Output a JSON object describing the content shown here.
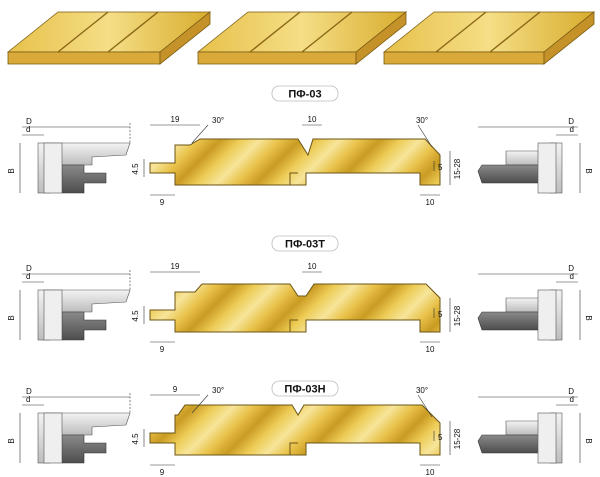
{
  "profiles": [
    {
      "name": "ПФ-03",
      "tool_dims": {
        "outer": "D",
        "inner": "d",
        "height": "B"
      },
      "board_dims": {
        "left_width": "19",
        "angle": "30°",
        "groove": "10",
        "angle_right": "30°",
        "thickness": "4.5",
        "base": "9",
        "tongue": "5",
        "range": "15-28",
        "bottom": "10"
      }
    },
    {
      "name": "ПФ-03Т",
      "tool_dims": {
        "outer": "D",
        "inner": "d",
        "height": "B"
      },
      "board_dims": {
        "left_width": "19",
        "groove": "10",
        "thickness": "4.5",
        "base": "9",
        "tongue": "5",
        "range": "15-28",
        "bottom": "10"
      }
    },
    {
      "name": "ПФ-03Н",
      "tool_dims": {
        "outer": "D",
        "inner": "d",
        "height": "B"
      },
      "board_dims": {
        "left_width": "9",
        "angle": "30°",
        "angle_right": "30°",
        "thickness": "4.5",
        "base": "9",
        "tongue": "5",
        "range": "15-28",
        "bottom": "10"
      }
    }
  ],
  "colors": {
    "wood_light": "#f3dc7a",
    "wood_mid": "#e7be3c",
    "wood_dark": "#c79a1f",
    "tool_dark": "#6e6e6e",
    "tool_light": "#d7d7d7"
  }
}
